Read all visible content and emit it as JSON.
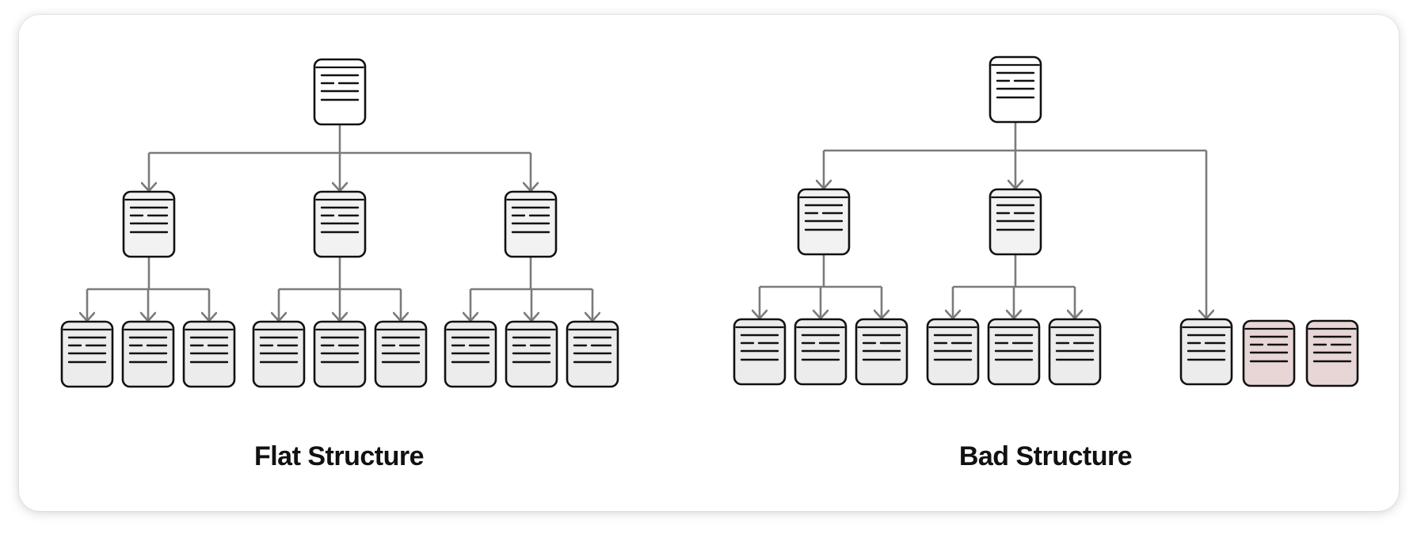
{
  "panels": [
    {
      "id": "flat",
      "title": "Flat Structure"
    },
    {
      "id": "bad",
      "title": "Bad Structure"
    }
  ],
  "colors": {
    "connector": "#7b7b7b",
    "doc_border": "#111111",
    "root_fill": "#ffffff",
    "level1_fill": "#f2f2f2",
    "leaf_fill": "#ececec",
    "highlight_fill": "#e8d6d6"
  },
  "icons": {
    "document": "document-icon"
  }
}
